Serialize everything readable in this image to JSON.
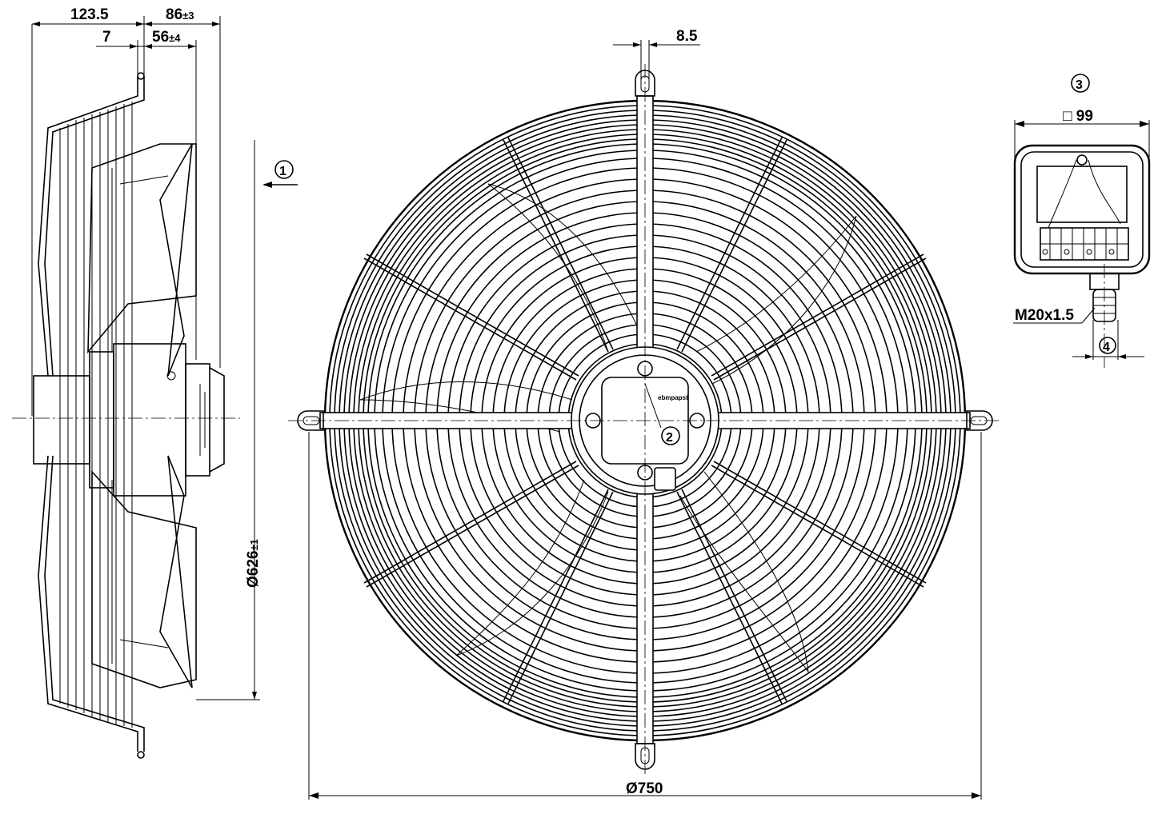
{
  "dimensions": {
    "side_depth_total": "123.5",
    "side_offset_small": "7",
    "side_guard_depth_main": "86",
    "side_guard_depth_tol": "±3",
    "side_motor_depth_main": "56",
    "side_motor_depth_tol": "±4",
    "impeller_diameter_main": "Ø626",
    "impeller_diameter_tol": "±1",
    "mount_slot_width": "8.5",
    "guard_diameter": "Ø750",
    "terminal_box_size": "□ 99",
    "cable_gland_thread": "M20x1.5"
  },
  "callouts": {
    "airflow": "1",
    "terminal_box": "2",
    "terminal_box_detail": "3",
    "gland_detail": "4"
  },
  "labels": {
    "brand_marking": "ebmpapst"
  }
}
